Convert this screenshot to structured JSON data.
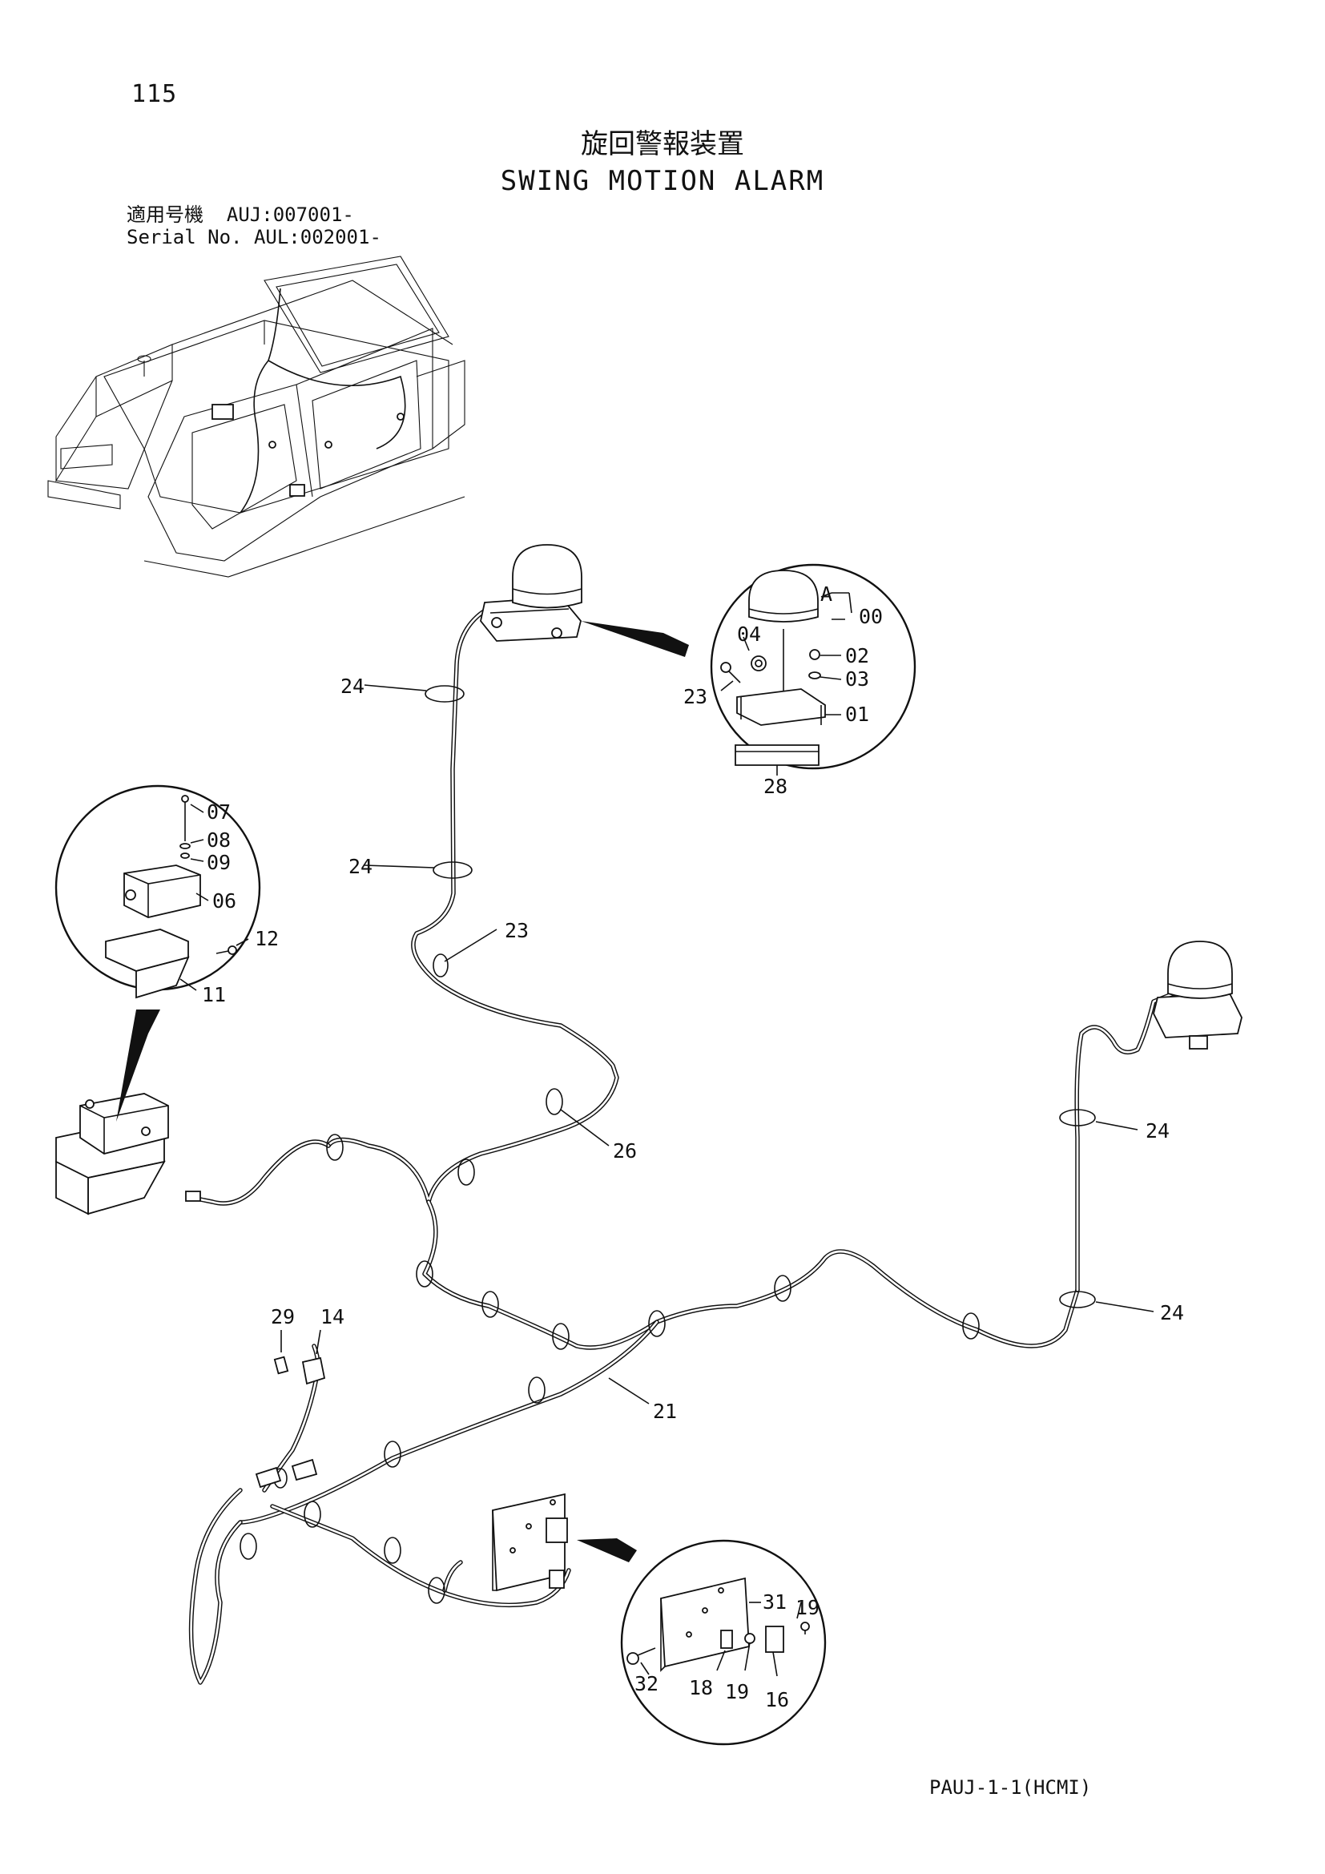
{
  "page": {
    "number": "115",
    "title_jp": "旋回警報装置",
    "title_en": "SWING MOTION ALARM",
    "serial": {
      "line1_label": "適用号機",
      "line1_value": "AUJ:007001-",
      "line2_label": "Serial No.",
      "line2_value": "AUL:002001-"
    },
    "footer_code": "PAUJ-1-1(HCMI)"
  },
  "callouts": {
    "A": "A",
    "c00": "00",
    "c01": "01",
    "c02": "02",
    "c03": "03",
    "c04": "04",
    "c06": "06",
    "c07": "07",
    "c08": "08",
    "c09": "09",
    "c11": "11",
    "c12": "12",
    "c14": "14",
    "c16": "16",
    "c18": "18",
    "c19": "19",
    "c21": "21",
    "c23": "23",
    "c24": "24",
    "c26": "26",
    "c28": "28",
    "c29": "29",
    "c31": "31",
    "c32": "32"
  }
}
